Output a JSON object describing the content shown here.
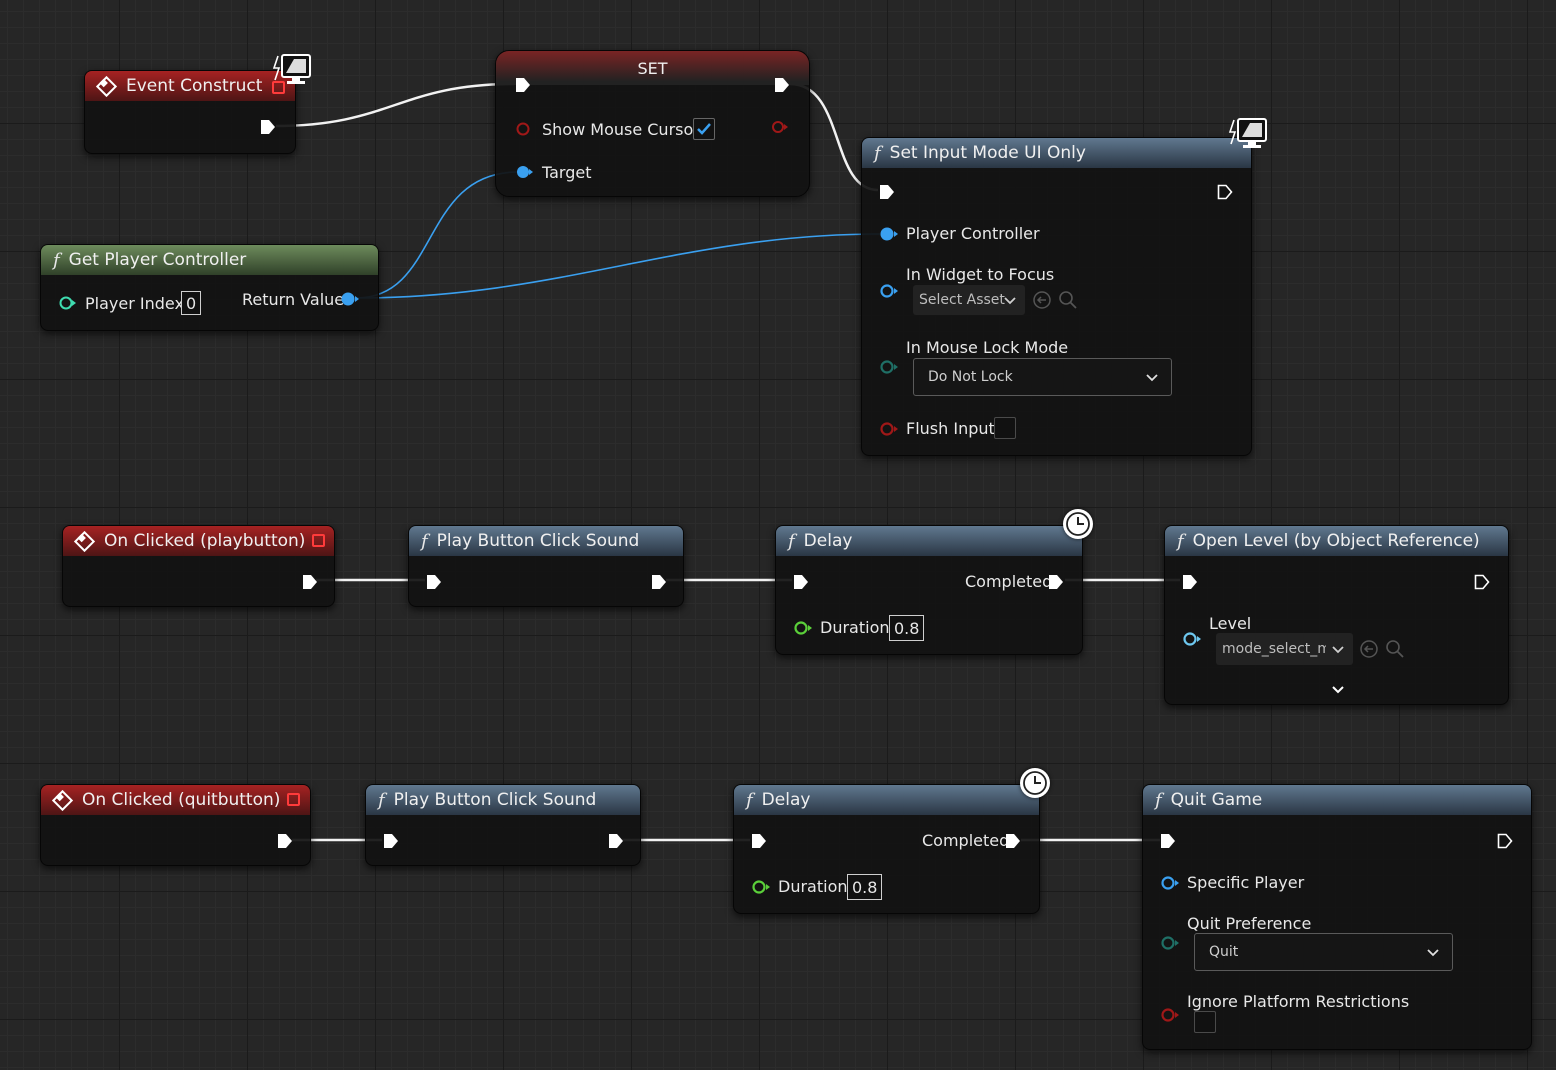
{
  "nodes": {
    "event_construct": {
      "title": "Event Construct"
    },
    "set": {
      "title": "SET",
      "show_mouse_cursor": "Show Mouse Cursor",
      "target": "Target"
    },
    "get_player_controller": {
      "title": "Get Player Controller",
      "player_index_label": "Player Index",
      "player_index_value": "0",
      "return_value": "Return Value"
    },
    "set_input_mode": {
      "title": "Set Input Mode UI Only",
      "player_controller": "Player Controller",
      "in_widget_to_focus": "In Widget to Focus",
      "select_asset": "Select Asset",
      "in_mouse_lock_mode": "In Mouse Lock Mode",
      "mouse_lock_value": "Do Not Lock",
      "flush_input": "Flush Input"
    },
    "on_clicked_play": {
      "title": "On Clicked (playbutton)"
    },
    "play_sound_1": {
      "title": "Play Button Click Sound"
    },
    "delay_1": {
      "title": "Delay",
      "completed": "Completed",
      "duration_label": "Duration",
      "duration_value": "0.8"
    },
    "open_level": {
      "title": "Open Level (by Object Reference)",
      "level_label": "Level",
      "level_value": "mode_select_me"
    },
    "on_clicked_quit": {
      "title": "On Clicked (quitbutton)"
    },
    "play_sound_2": {
      "title": "Play Button Click Sound"
    },
    "delay_2": {
      "title": "Delay",
      "completed": "Completed",
      "duration_label": "Duration",
      "duration_value": "0.8"
    },
    "quit_game": {
      "title": "Quit Game",
      "specific_player": "Specific Player",
      "quit_preference": "Quit Preference",
      "quit_preference_value": "Quit",
      "ignore_platform": "Ignore Platform Restrictions"
    }
  },
  "checkbox_states": {
    "show_mouse_cursor": true,
    "flush_input": false,
    "ignore_platform_restrictions": false
  },
  "colors": {
    "exec": "#ffffff",
    "object_pin": "#3aa0f0",
    "bool_pin": "#a01818",
    "float_pin": "#5bd03a",
    "int_pin": "#3fdcb0",
    "enum_pin": "#1f6f66",
    "event_header": "#a62222",
    "function_header": "#60788f",
    "pure_header": "#6d8b5c"
  },
  "icons": [
    "event-diamond-icon",
    "function-icon",
    "monitor-icon",
    "clock-icon",
    "chevron-down-icon",
    "back-arrow-icon",
    "search-icon"
  ]
}
